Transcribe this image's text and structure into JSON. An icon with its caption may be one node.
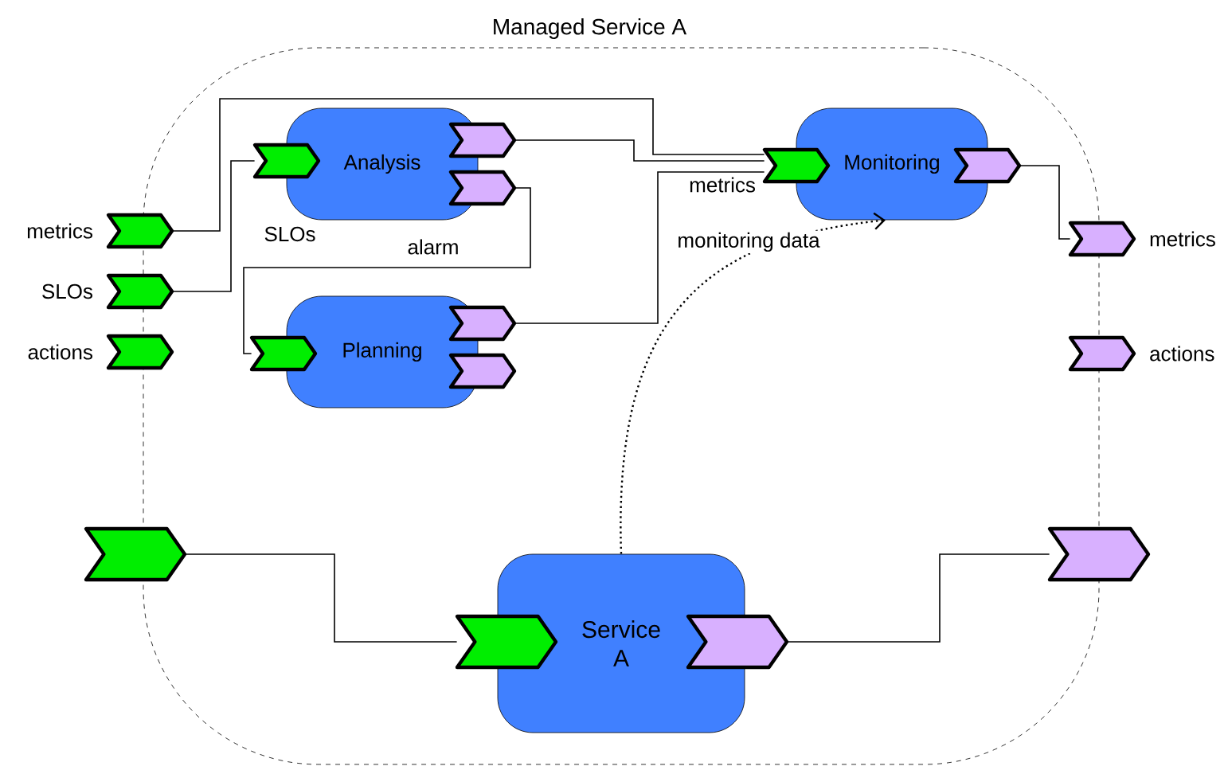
{
  "diagram": {
    "nodes": [
      {
        "text": [
          "Managed Service A"
        ]
      },
      {
        "text": [
          "Analysis"
        ],
        "in": 0
      },
      {
        "text": [
          "Planning"
        ],
        "in": 0
      },
      {
        "text": [
          "Monitoring"
        ],
        "in": 0
      },
      {
        "text": [
          "Service A"
        ],
        "in": 0
      },
      {
        "text": [],
        "shape": "port",
        "beside": [
          "metrics"
        ]
      },
      {
        "text": [],
        "shape": "port",
        "beside": [
          "SLOs"
        ]
      },
      {
        "text": [],
        "shape": "port",
        "beside": [
          "actions"
        ]
      },
      {
        "text": [],
        "shape": "port",
        "in": 0
      },
      {
        "text": [],
        "shape": "port",
        "in": 0
      },
      {
        "text": [],
        "shape": "port",
        "in": 0
      },
      {
        "text": [],
        "shape": "port",
        "in": 0
      },
      {
        "text": [],
        "shape": "port",
        "in": 0
      },
      {
        "text": [],
        "shape": "port",
        "in": 0
      },
      {
        "text": [],
        "shape": "port",
        "in": 0,
        "beside": [
          "metrics"
        ]
      },
      {
        "text": [],
        "shape": "port",
        "in": 0
      },
      {
        "text": [],
        "shape": "port",
        "beside": [
          "metrics"
        ]
      },
      {
        "text": [],
        "shape": "port",
        "beside": [
          "actions"
        ]
      },
      {
        "text": [],
        "shape": "port"
      },
      {
        "text": [],
        "shape": "port",
        "in": 0
      },
      {
        "text": [],
        "shape": "port",
        "in": 0
      },
      {
        "text": [],
        "shape": "port"
      }
    ],
    "edges": [
      {
        "from": 5,
        "to": 14,
        "arrow": "none"
      },
      {
        "from": 6,
        "to": 8,
        "arrow": "none",
        "label": "SLOs"
      },
      {
        "from": 9,
        "to": 14,
        "arrow": "none"
      },
      {
        "from": 10,
        "to": 11,
        "arrow": "none",
        "label": "alarm"
      },
      {
        "from": 12,
        "to": 14,
        "arrow": "none"
      },
      {
        "from": 15,
        "to": 16,
        "arrow": "none"
      },
      {
        "from": 18,
        "to": 19,
        "arrow": "none"
      },
      {
        "from": 20,
        "to": 21,
        "arrow": "none"
      },
      {
        "from": 4,
        "to": 3,
        "arrow": "to",
        "style": "dashed",
        "label": "monitoring data"
      }
    ]
  }
}
